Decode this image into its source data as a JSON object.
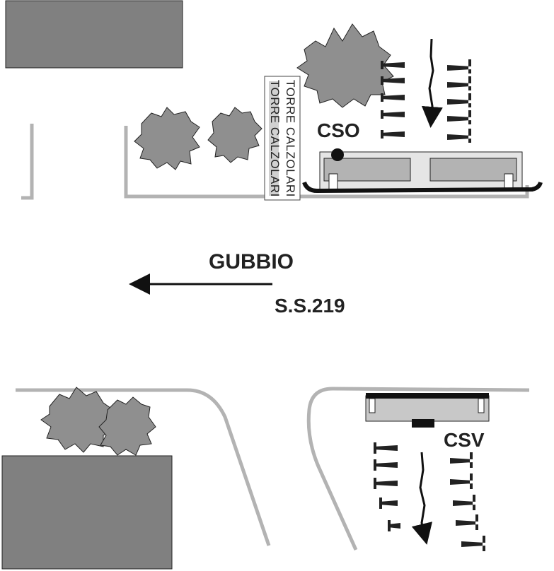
{
  "labels": {
    "cso": "CSO",
    "csv": "CSV",
    "direction": "GUBBIO",
    "road": "S.S.219",
    "sign_line_1": "TORRE CALZOLARI",
    "sign_line_2": "TORRE CALZOLARI"
  },
  "colors": {
    "building": "#808080",
    "tree": "#8f8f8f",
    "curb": "#b3b3b3",
    "platform": "#e5e5e5",
    "arrow": "#111111"
  }
}
